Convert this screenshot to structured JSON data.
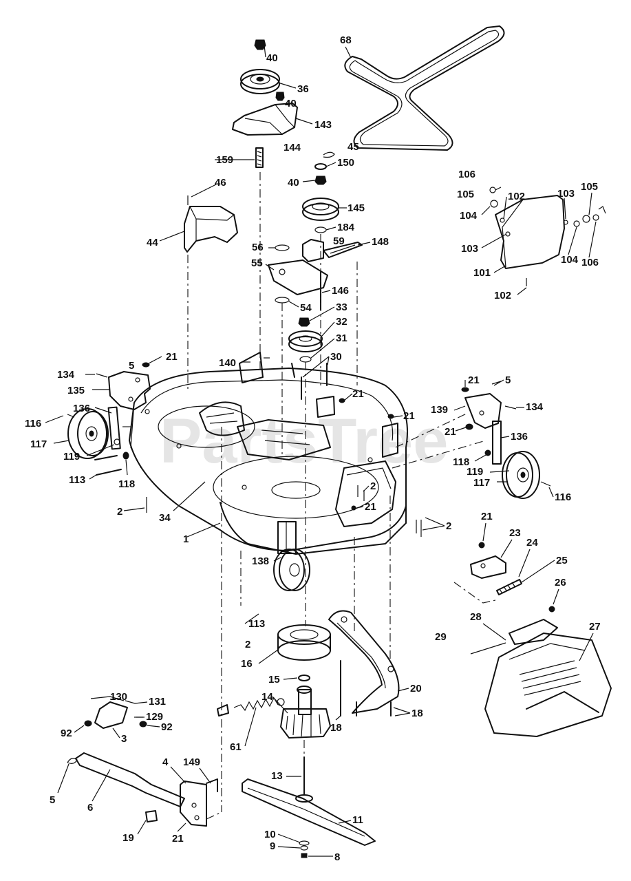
{
  "watermark": "PartsTree",
  "callouts": [
    {
      "id": "c40a",
      "text": "40"
    },
    {
      "id": "c36",
      "text": "36"
    },
    {
      "id": "c40b",
      "text": "40"
    },
    {
      "id": "c143",
      "text": "143"
    },
    {
      "id": "c144",
      "text": "144"
    },
    {
      "id": "c159",
      "text": "159"
    },
    {
      "id": "c68",
      "text": "68"
    },
    {
      "id": "c45",
      "text": "45"
    },
    {
      "id": "c150",
      "text": "150"
    },
    {
      "id": "c40c",
      "text": "40"
    },
    {
      "id": "c46",
      "text": "46"
    },
    {
      "id": "c44",
      "text": "44"
    },
    {
      "id": "c145",
      "text": "145"
    },
    {
      "id": "c184",
      "text": "184"
    },
    {
      "id": "c56",
      "text": "56"
    },
    {
      "id": "c59",
      "text": "59"
    },
    {
      "id": "c148",
      "text": "148"
    },
    {
      "id": "c55",
      "text": "55"
    },
    {
      "id": "c146",
      "text": "146"
    },
    {
      "id": "c54",
      "text": "54"
    },
    {
      "id": "c33",
      "text": "33"
    },
    {
      "id": "c32",
      "text": "32"
    },
    {
      "id": "c31",
      "text": "31"
    },
    {
      "id": "c30",
      "text": "30"
    },
    {
      "id": "c106a",
      "text": "106"
    },
    {
      "id": "c102a",
      "text": "102"
    },
    {
      "id": "c103a",
      "text": "103"
    },
    {
      "id": "c105a",
      "text": "105"
    },
    {
      "id": "c105b",
      "text": "105"
    },
    {
      "id": "c104a",
      "text": "104"
    },
    {
      "id": "c103b",
      "text": "103"
    },
    {
      "id": "c104b",
      "text": "104"
    },
    {
      "id": "c106b",
      "text": "106"
    },
    {
      "id": "c101",
      "text": "101"
    },
    {
      "id": "c102b",
      "text": "102"
    },
    {
      "id": "c134a",
      "text": "134"
    },
    {
      "id": "c5a",
      "text": "5"
    },
    {
      "id": "c21a",
      "text": "21"
    },
    {
      "id": "c140",
      "text": "140"
    },
    {
      "id": "c135",
      "text": "135"
    },
    {
      "id": "c136a",
      "text": "136"
    },
    {
      "id": "c116a",
      "text": "116"
    },
    {
      "id": "c117a",
      "text": "117"
    },
    {
      "id": "c119a",
      "text": "119"
    },
    {
      "id": "c113a",
      "text": "113"
    },
    {
      "id": "c118a",
      "text": "118"
    },
    {
      "id": "c2a",
      "text": "2"
    },
    {
      "id": "c34",
      "text": "34"
    },
    {
      "id": "c1",
      "text": "1"
    },
    {
      "id": "c21b",
      "text": "21"
    },
    {
      "id": "c5b",
      "text": "5"
    },
    {
      "id": "c21c",
      "text": "21"
    },
    {
      "id": "c21d",
      "text": "21"
    },
    {
      "id": "c139",
      "text": "139"
    },
    {
      "id": "c134b",
      "text": "134"
    },
    {
      "id": "c21e",
      "text": "21"
    },
    {
      "id": "c136b",
      "text": "136"
    },
    {
      "id": "c118b",
      "text": "118"
    },
    {
      "id": "c119b",
      "text": "119"
    },
    {
      "id": "c117b",
      "text": "117"
    },
    {
      "id": "c116b",
      "text": "116"
    },
    {
      "id": "c2b",
      "text": "2"
    },
    {
      "id": "c21f",
      "text": "21"
    },
    {
      "id": "c2c",
      "text": "2"
    },
    {
      "id": "c138",
      "text": "138"
    },
    {
      "id": "c21g",
      "text": "21"
    },
    {
      "id": "c23",
      "text": "23"
    },
    {
      "id": "c24",
      "text": "24"
    },
    {
      "id": "c25",
      "text": "25"
    },
    {
      "id": "c26",
      "text": "26"
    },
    {
      "id": "c27",
      "text": "27"
    },
    {
      "id": "c28",
      "text": "28"
    },
    {
      "id": "c29",
      "text": "29"
    },
    {
      "id": "c113b",
      "text": "113"
    },
    {
      "id": "c2d",
      "text": "2"
    },
    {
      "id": "c16",
      "text": "16"
    },
    {
      "id": "c15",
      "text": "15"
    },
    {
      "id": "c14",
      "text": "14"
    },
    {
      "id": "c20",
      "text": "20"
    },
    {
      "id": "c18a",
      "text": "18"
    },
    {
      "id": "c18b",
      "text": "18"
    },
    {
      "id": "c130",
      "text": "130"
    },
    {
      "id": "c131",
      "text": "131"
    },
    {
      "id": "c129",
      "text": "129"
    },
    {
      "id": "c92a",
      "text": "92"
    },
    {
      "id": "c92b",
      "text": "92"
    },
    {
      "id": "c3",
      "text": "3"
    },
    {
      "id": "c61",
      "text": "61"
    },
    {
      "id": "c4",
      "text": "4"
    },
    {
      "id": "c149",
      "text": "149"
    },
    {
      "id": "c13",
      "text": "13"
    },
    {
      "id": "c5c",
      "text": "5"
    },
    {
      "id": "c6",
      "text": "6"
    },
    {
      "id": "c11",
      "text": "11"
    },
    {
      "id": "c19",
      "text": "19"
    },
    {
      "id": "c21h",
      "text": "21"
    },
    {
      "id": "c10",
      "text": "10"
    },
    {
      "id": "c9",
      "text": "9"
    },
    {
      "id": "c8",
      "text": "8"
    }
  ]
}
